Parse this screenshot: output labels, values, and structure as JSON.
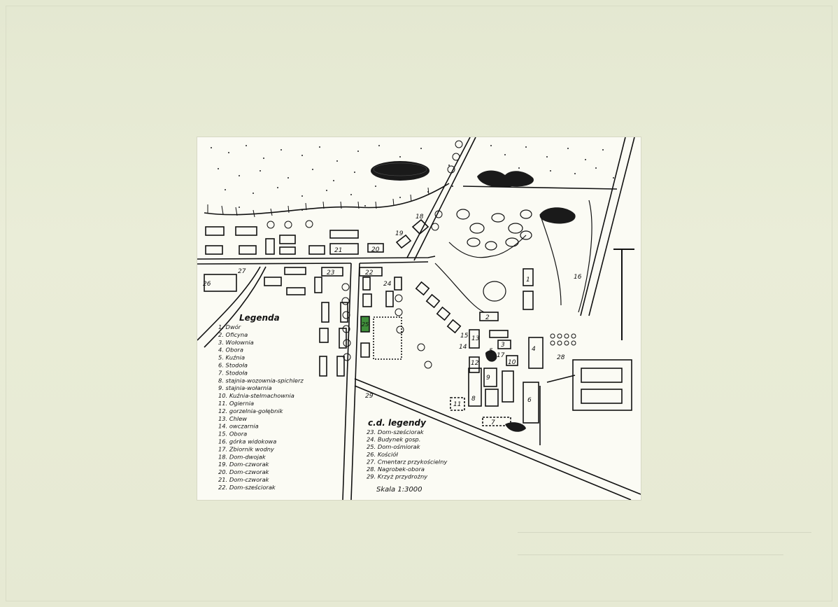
{
  "legend": {
    "title": "Legenda",
    "items": [
      "1. Dwór",
      "2. Oficyna",
      "3. Wołownia",
      "4. Obora",
      "5. Kuźnia",
      "6. Stodoła",
      "7. Stodoła",
      "8. stajnia-wozownia-spichlerz",
      "9. stajnia-wołarnia",
      "10. Kuźnia-stelmachownia",
      "11. Ogiernia",
      "12. gorzelnia-gołębnik",
      "13. Chlew",
      "14. owczarnia",
      "15. Obora",
      "16. górka widokowa",
      "17. Zbiornik wodny",
      "18. Dom-dwojak",
      "19. Dom-czworak",
      "20. Dom-czworak",
      "21. Dom-czworak",
      "22. Dom-sześciorak"
    ]
  },
  "legend_cont": {
    "title": "c.d. legendy",
    "items": [
      "23. Dom-sześciorak",
      "24. Budynek gosp.",
      "25. Dom-ośmiorak",
      "26. Kościół",
      "27. Cmentarz przykościelny",
      "28. Nagrobek-obora",
      "29. Krzyż przydrożny"
    ],
    "scale": "Skala 1:3000"
  },
  "labels": {
    "n1": "1",
    "n2": "2",
    "n3": "3",
    "n4": "4",
    "n5": "5",
    "n6": "6",
    "n7": "7",
    "n8": "8",
    "n9": "9",
    "n10": "10",
    "n11": "11",
    "n12": "12",
    "n13": "13",
    "n14": "14",
    "n15": "15",
    "n16": "16",
    "n17": "17",
    "n18": "18",
    "n19": "19",
    "n20": "20",
    "n21": "21",
    "n22": "22",
    "n23": "23",
    "n24": "24",
    "n25": "25",
    "n26": "26",
    "n27": "27",
    "n28": "28",
    "n29": "29"
  },
  "colors": {
    "paper": "#fbfbf4",
    "ink": "#111111",
    "highlight": "#3f8f3a",
    "background": "#e9ecd6"
  }
}
